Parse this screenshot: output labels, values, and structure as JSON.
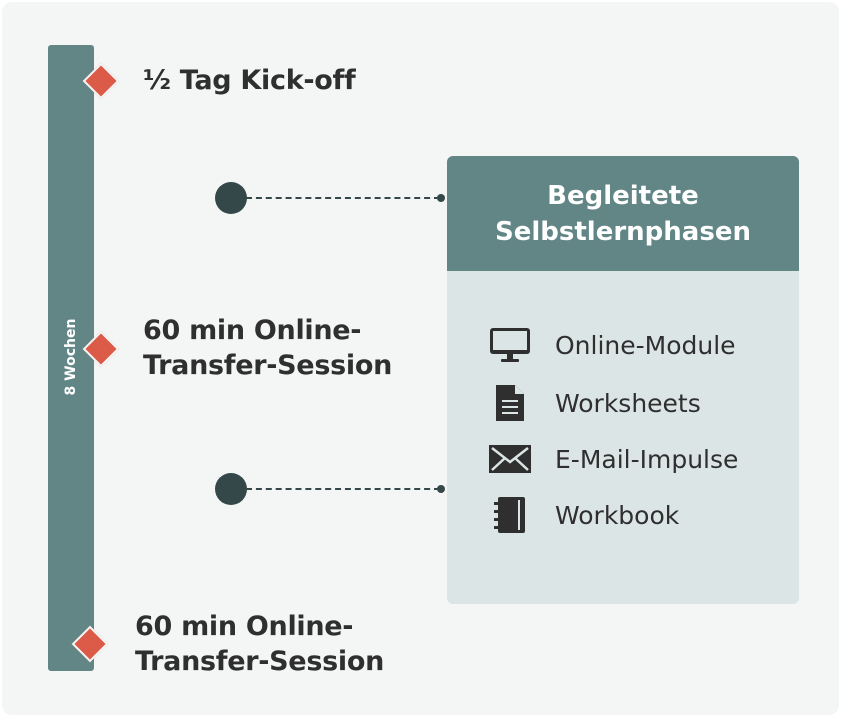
{
  "timeline": {
    "duration_label": "8 Wochen",
    "bar_color": "#628586",
    "marker_color": "#dc5b48",
    "milestones": [
      {
        "label": "½ Tag Kick-off"
      },
      {
        "label": "60 min Online-\nTransfer-Session"
      },
      {
        "label": "60 min Online-\nTransfer-Session"
      }
    ]
  },
  "panel": {
    "title": "Begleitete\nSelbstlernphasen",
    "header_color": "#628586",
    "body_color": "#dce5e5",
    "items": [
      {
        "icon": "monitor-icon",
        "label": "Online-Module"
      },
      {
        "icon": "document-icon",
        "label": "Worksheets"
      },
      {
        "icon": "envelope-icon",
        "label": "E-Mail-Impulse"
      },
      {
        "icon": "notebook-icon",
        "label": "Workbook"
      }
    ]
  }
}
